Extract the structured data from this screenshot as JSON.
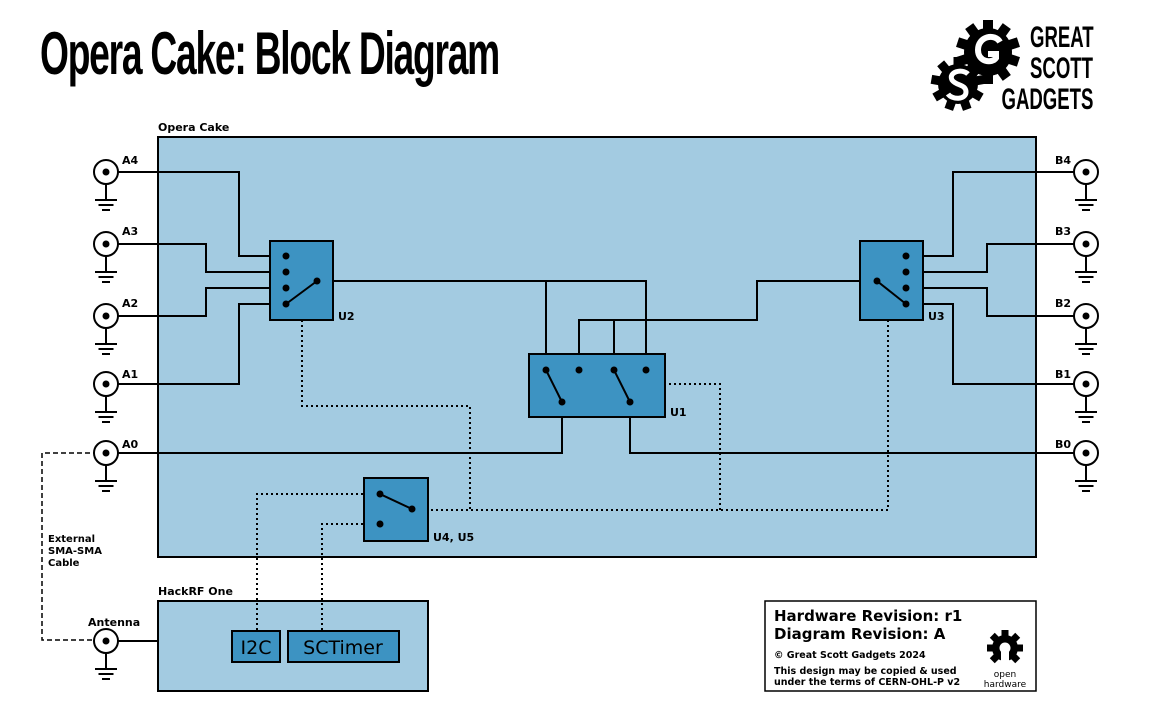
{
  "title": "Opera Cake: Block Diagram",
  "logo": {
    "line1": "GREAT",
    "line2": "SCOTT",
    "line3": "GADGETS",
    "icon": "gear-logo-icon"
  },
  "opera_cake": {
    "label": "Opera Cake",
    "ports_a": [
      "A4",
      "A3",
      "A2",
      "A1",
      "A0"
    ],
    "ports_b": [
      "B4",
      "B3",
      "B2",
      "B1",
      "B0"
    ],
    "switches": {
      "u1": "U1",
      "u2": "U2",
      "u3": "U3",
      "u45": "U4, U5"
    }
  },
  "hackrf": {
    "label": "HackRF One",
    "antenna": "Antenna",
    "i2c": "I2C",
    "sctimer": "SCTimer"
  },
  "cable": {
    "line1": "External",
    "line2": "SMA-SMA",
    "line3": "Cable"
  },
  "revision": {
    "hardware": "Hardware Revision: r1",
    "diagram": "Diagram Revision: A",
    "copyright": "© Great Scott Gadgets 2024",
    "license_line1": "This design may be copied & used",
    "license_line2": "under the terms of CERN-OHL-P v2",
    "oh_line1": "open",
    "oh_line2": "hardware"
  },
  "colors": {
    "board_fill": "#a3cbe1",
    "switch_fill": "#3d93c2",
    "line": "#000000"
  }
}
